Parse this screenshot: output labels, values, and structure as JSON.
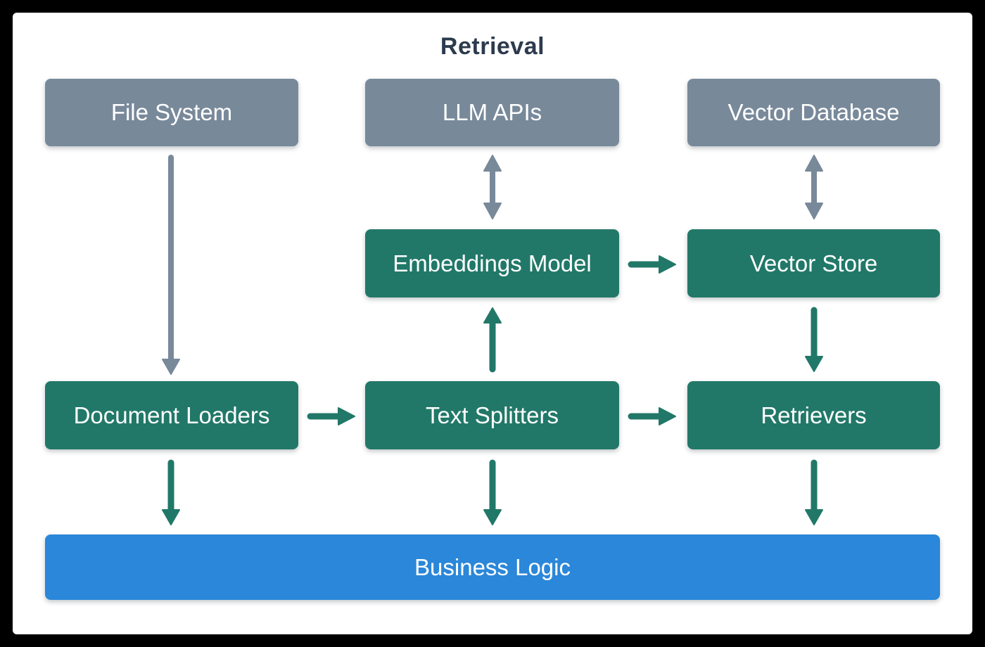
{
  "diagram": {
    "title": "Retrieval"
  },
  "nodes": {
    "file_system": {
      "label": "File System",
      "kind": "external"
    },
    "llm_apis": {
      "label": "LLM APIs",
      "kind": "external"
    },
    "vector_database": {
      "label": "Vector Database",
      "kind": "external"
    },
    "embeddings_model": {
      "label": "Embeddings Model",
      "kind": "component"
    },
    "vector_store": {
      "label": "Vector Store",
      "kind": "component"
    },
    "document_loaders": {
      "label": "Document Loaders",
      "kind": "component"
    },
    "text_splitters": {
      "label": "Text Splitters",
      "kind": "component"
    },
    "retrievers": {
      "label": "Retrievers",
      "kind": "component"
    },
    "business_logic": {
      "label": "Business Logic",
      "kind": "application"
    }
  },
  "edges": [
    {
      "from": "file_system",
      "to": "document_loaders",
      "style": "gray",
      "arrows": "one-way"
    },
    {
      "from": "llm_apis",
      "to": "embeddings_model",
      "style": "gray",
      "arrows": "two-way"
    },
    {
      "from": "vector_database",
      "to": "vector_store",
      "style": "gray",
      "arrows": "two-way"
    },
    {
      "from": "embeddings_model",
      "to": "vector_store",
      "style": "green",
      "arrows": "one-way"
    },
    {
      "from": "text_splitters",
      "to": "embeddings_model",
      "style": "green",
      "arrows": "one-way"
    },
    {
      "from": "vector_store",
      "to": "retrievers",
      "style": "green",
      "arrows": "one-way"
    },
    {
      "from": "document_loaders",
      "to": "text_splitters",
      "style": "green",
      "arrows": "one-way"
    },
    {
      "from": "text_splitters",
      "to": "retrievers",
      "style": "green",
      "arrows": "one-way"
    },
    {
      "from": "document_loaders",
      "to": "business_logic",
      "style": "green",
      "arrows": "one-way"
    },
    {
      "from": "text_splitters",
      "to": "business_logic",
      "style": "green",
      "arrows": "one-way"
    },
    {
      "from": "retrievers",
      "to": "business_logic",
      "style": "green",
      "arrows": "one-way"
    }
  ],
  "colors": {
    "canvas_background": "#000000",
    "card_background": "#ffffff",
    "external_box": "#78899a",
    "component_box": "#217868",
    "application_box": "#2b87d9",
    "title_text": "#2c3b4d",
    "box_text": "#ffffff",
    "gray_arrow": "#78899a",
    "green_arrow": "#217868"
  }
}
